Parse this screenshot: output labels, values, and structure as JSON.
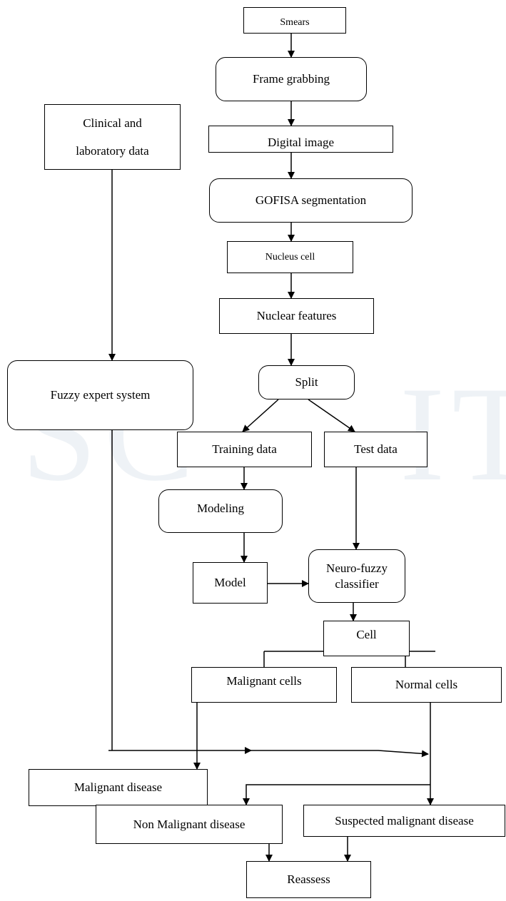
{
  "nodes": {
    "smears": "Smears",
    "frame_grabbing": "Frame grabbing",
    "digital_image": "Digital image",
    "gofisa_segmentation": "GOFISA segmentation",
    "nucleus_cell": "Nucleus cell",
    "nuclear_features": "Nuclear features",
    "split": "Split",
    "training_data": "Training data",
    "test_data": "Test data",
    "modeling": "Modeling",
    "model": "Model",
    "neuro_fuzzy_classifier": [
      "Neuro-fuzzy",
      "classifier"
    ],
    "cell": "Cell",
    "malignant_cells": "Malignant cells",
    "normal_cells": "Normal cells",
    "clinical_and_laboratory_data": [
      "Clinical and",
      "laboratory data"
    ],
    "fuzzy_expert_system": "Fuzzy expert system",
    "malignant_disease": "Malignant disease",
    "non_malignant_disease": "Non Malignant disease",
    "suspected_malignant_disease": "Suspected malignant disease",
    "reassess": "Reassess"
  },
  "watermark": {
    "left_text": "SC",
    "right_text": "IT"
  }
}
